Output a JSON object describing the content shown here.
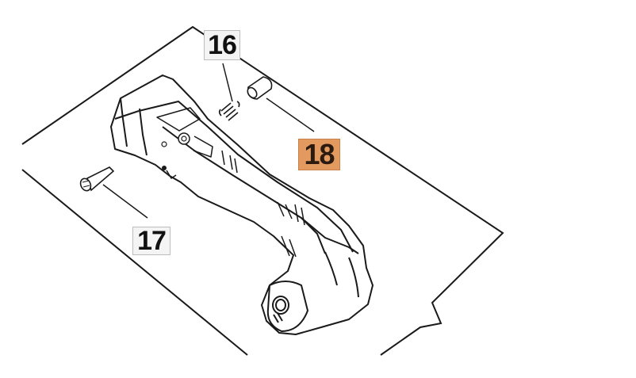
{
  "diagram": {
    "callouts": [
      {
        "id": "16",
        "label": "16",
        "highlighted": false
      },
      {
        "id": "17",
        "label": "17",
        "highlighted": false
      },
      {
        "id": "18",
        "label": "18",
        "highlighted": true
      }
    ]
  },
  "colors": {
    "line": "#1a1a1a",
    "highlight": "#e39a5f",
    "callout_bg": "#f4f4f4",
    "background": "#ffffff"
  }
}
